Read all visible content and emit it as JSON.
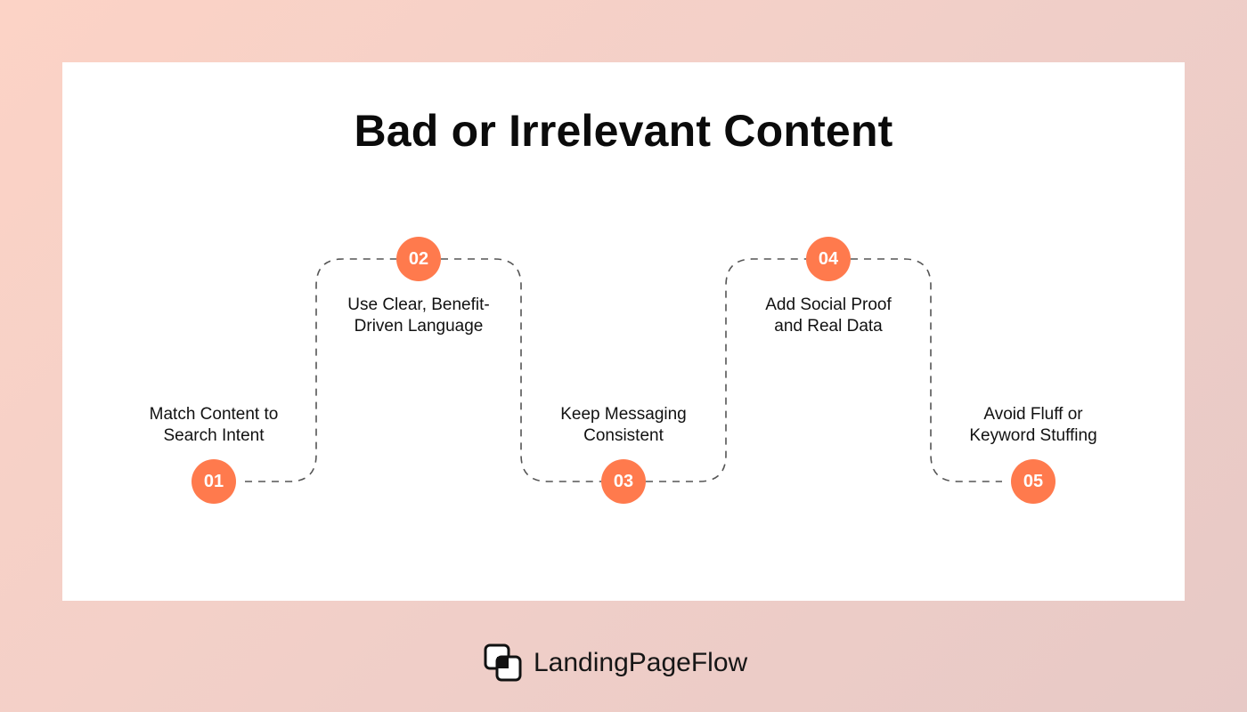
{
  "title": "Bad or Irrelevant Content",
  "steps": [
    {
      "number": "01",
      "label_line1": "Match Content to",
      "label_line2": "Search Intent"
    },
    {
      "number": "02",
      "label_line1": "Use Clear, Benefit-",
      "label_line2": "Driven Language"
    },
    {
      "number": "03",
      "label_line1": "Keep Messaging",
      "label_line2": "Consistent"
    },
    {
      "number": "04",
      "label_line1": "Add Social Proof",
      "label_line2": "and Real Data"
    },
    {
      "number": "05",
      "label_line1": "Avoid Fluff or",
      "label_line2": "Keyword Stuffing"
    }
  ],
  "brand": {
    "name": "LandingPageFlow",
    "icon": "stacked-squares-logo"
  },
  "colors": {
    "accent": "#ff7a4d",
    "card": "#ffffff",
    "text": "#0b0b0b",
    "path": "#555555"
  }
}
